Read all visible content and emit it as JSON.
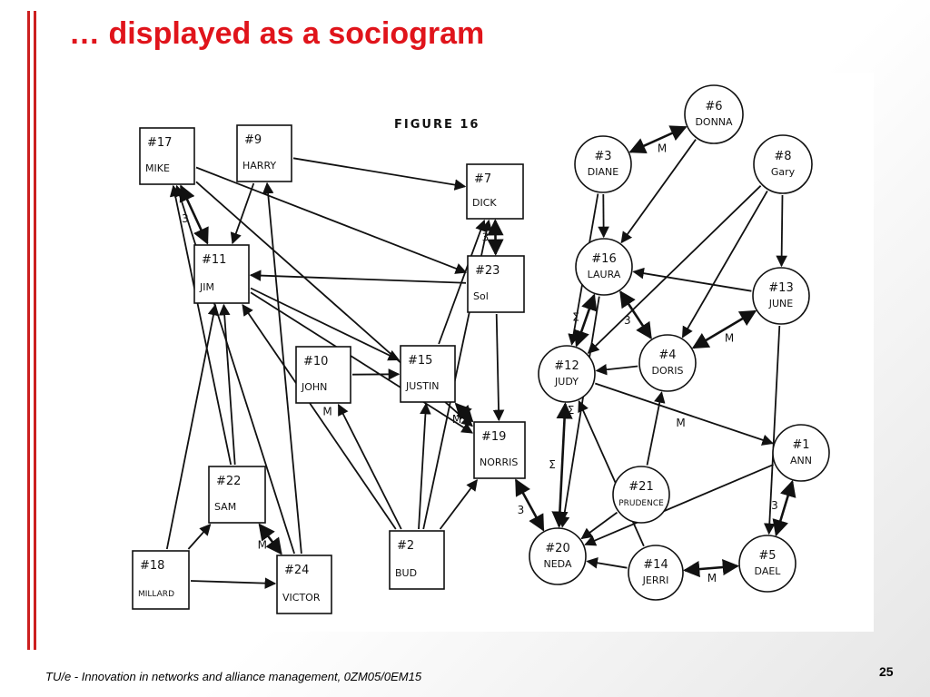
{
  "slide": {
    "title": "… displayed as a sociogram",
    "footer": "TU/e - Innovation in networks and alliance management, 0ZM05/0EM15",
    "page_number": "25",
    "accent_color": "#e0141b"
  },
  "figure": {
    "caption": "FIGURE 16",
    "nodes": [
      {
        "id": "n17",
        "number": "#17",
        "name": "MIKE",
        "shape": "box"
      },
      {
        "id": "n9",
        "number": "#9",
        "name": "HARRY",
        "shape": "box"
      },
      {
        "id": "n7",
        "number": "#7",
        "name": "DICK",
        "shape": "box"
      },
      {
        "id": "n11",
        "number": "#11",
        "name": "JIM",
        "shape": "box"
      },
      {
        "id": "n23",
        "number": "#23",
        "name": "Sol",
        "shape": "box"
      },
      {
        "id": "n10",
        "number": "#10",
        "name": "JOHN",
        "shape": "box"
      },
      {
        "id": "n15",
        "number": "#15",
        "name": "JUSTIN",
        "shape": "box"
      },
      {
        "id": "n19",
        "number": "#19",
        "name": "NORRIS",
        "shape": "box"
      },
      {
        "id": "n22",
        "number": "#22",
        "name": "SAM",
        "shape": "box"
      },
      {
        "id": "n18",
        "number": "#18",
        "name": "MILLARD",
        "shape": "box"
      },
      {
        "id": "n24",
        "number": "#24",
        "name": "VICTOR",
        "shape": "box"
      },
      {
        "id": "n2",
        "number": "#2",
        "name": "BUD",
        "shape": "box"
      },
      {
        "id": "n6",
        "number": "#6",
        "name": "DONNA",
        "shape": "circle"
      },
      {
        "id": "n3",
        "number": "#3",
        "name": "DIANE",
        "shape": "circle"
      },
      {
        "id": "n8",
        "number": "#8",
        "name": "Gary",
        "shape": "circle"
      },
      {
        "id": "n16",
        "number": "#16",
        "name": "LAURA",
        "shape": "circle"
      },
      {
        "id": "n13",
        "number": "#13",
        "name": "JUNE",
        "shape": "circle"
      },
      {
        "id": "n12",
        "number": "#12",
        "name": "JUDY",
        "shape": "circle"
      },
      {
        "id": "n4",
        "number": "#4",
        "name": "DORIS",
        "shape": "circle"
      },
      {
        "id": "n1",
        "number": "#1",
        "name": "ANN",
        "shape": "circle"
      },
      {
        "id": "n21",
        "number": "#21",
        "name": "PRUDENCE",
        "shape": "circle"
      },
      {
        "id": "n20",
        "number": "#20",
        "name": "NEDA",
        "shape": "circle"
      },
      {
        "id": "n14",
        "number": "#14",
        "name": "JERRI",
        "shape": "circle"
      },
      {
        "id": "n5",
        "number": "#5",
        "name": "DAEL",
        "shape": "circle"
      }
    ],
    "edges": [
      {
        "from": "n17",
        "to": "n11",
        "label": "3",
        "mutual": true
      },
      {
        "from": "n9",
        "to": "n11",
        "label": "",
        "mutual": false
      },
      {
        "from": "n9",
        "to": "n7",
        "label": "",
        "mutual": false
      },
      {
        "from": "n17",
        "to": "n23",
        "label": "",
        "mutual": false
      },
      {
        "from": "n23",
        "to": "n11",
        "label": "",
        "mutual": false
      },
      {
        "from": "n7",
        "to": "n23",
        "label": "3",
        "mutual": true
      },
      {
        "from": "n11",
        "to": "n15",
        "label": "",
        "mutual": false
      },
      {
        "from": "n10",
        "to": "n15",
        "label": "",
        "mutual": false
      },
      {
        "from": "n15",
        "to": "n7",
        "label": "",
        "mutual": false
      },
      {
        "from": "n15",
        "to": "n19",
        "label": "M",
        "mutual": true
      },
      {
        "from": "n23",
        "to": "n19",
        "label": "",
        "mutual": false
      },
      {
        "from": "n17",
        "to": "n19",
        "label": "",
        "mutual": false
      },
      {
        "from": "n11",
        "to": "n19",
        "label": "",
        "mutual": false
      },
      {
        "from": "n22",
        "to": "n17",
        "label": "",
        "mutual": false
      },
      {
        "from": "n22",
        "to": "n11",
        "label": "",
        "mutual": false
      },
      {
        "from": "n18",
        "to": "n11",
        "label": "",
        "mutual": false
      },
      {
        "from": "n18",
        "to": "n22",
        "label": "",
        "mutual": false
      },
      {
        "from": "n18",
        "to": "n24",
        "label": "",
        "mutual": false
      },
      {
        "from": "n22",
        "to": "n24",
        "label": "M",
        "mutual": true
      },
      {
        "from": "n24",
        "to": "n9",
        "label": "",
        "mutual": false
      },
      {
        "from": "n24",
        "to": "n17",
        "label": "",
        "mutual": false
      },
      {
        "from": "n2",
        "to": "n11",
        "label": "M",
        "mutual": false
      },
      {
        "from": "n2",
        "to": "n10",
        "label": "",
        "mutual": false
      },
      {
        "from": "n2",
        "to": "n15",
        "label": "",
        "mutual": false
      },
      {
        "from": "n2",
        "to": "n19",
        "label": "",
        "mutual": false
      },
      {
        "from": "n2",
        "to": "n7",
        "label": "",
        "mutual": false
      },
      {
        "from": "n19",
        "to": "n20",
        "label": "3",
        "mutual": true
      },
      {
        "from": "n3",
        "to": "n6",
        "label": "M",
        "mutual": true
      },
      {
        "from": "n3",
        "to": "n16",
        "label": "",
        "mutual": false
      },
      {
        "from": "n6",
        "to": "n16",
        "label": "",
        "mutual": false
      },
      {
        "from": "n16",
        "to": "n12",
        "label": "Σ",
        "mutual": true
      },
      {
        "from": "n13",
        "to": "n16",
        "label": "",
        "mutual": false
      },
      {
        "from": "n8",
        "to": "n13",
        "label": "",
        "mutual": false
      },
      {
        "from": "n8",
        "to": "n12",
        "label": "",
        "mutual": false
      },
      {
        "from": "n8",
        "to": "n4",
        "label": "",
        "mutual": false
      },
      {
        "from": "n16",
        "to": "n4",
        "label": "3",
        "mutual": true
      },
      {
        "from": "n4",
        "to": "n13",
        "label": "M",
        "mutual": true
      },
      {
        "from": "n4",
        "to": "n12",
        "label": "",
        "mutual": false
      },
      {
        "from": "n12",
        "to": "n1",
        "label": "M",
        "mutual": false
      },
      {
        "from": "n12",
        "to": "n20",
        "label": "Σ",
        "mutual": true
      },
      {
        "from": "n16",
        "to": "n20",
        "label": "Σ",
        "mutual": false
      },
      {
        "from": "n21",
        "to": "n4",
        "label": "",
        "mutual": false
      },
      {
        "from": "n21",
        "to": "n20",
        "label": "",
        "mutual": false
      },
      {
        "from": "n1",
        "to": "n20",
        "label": "",
        "mutual": false
      },
      {
        "from": "n1",
        "to": "n5",
        "label": "3",
        "mutual": true
      },
      {
        "from": "n14",
        "to": "n5",
        "label": "M",
        "mutual": true
      },
      {
        "from": "n14",
        "to": "n12",
        "label": "",
        "mutual": false
      },
      {
        "from": "n13",
        "to": "n5",
        "label": "",
        "mutual": false
      },
      {
        "from": "n14",
        "to": "n20",
        "label": "",
        "mutual": false
      },
      {
        "from": "n3",
        "to": "n12",
        "label": "",
        "mutual": false
      }
    ]
  }
}
